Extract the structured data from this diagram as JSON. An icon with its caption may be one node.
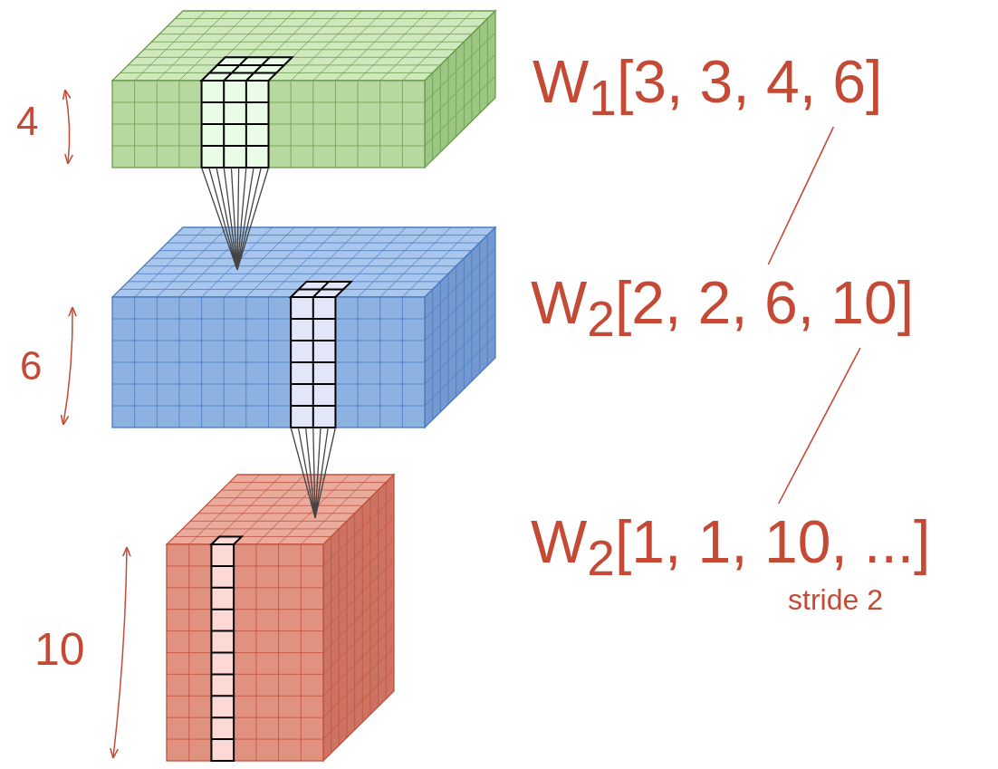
{
  "diagram": {
    "nodes": [
      {
        "text": [],
        "shape": "box"
      },
      {
        "text": [],
        "shape": "box"
      },
      {
        "text": [],
        "shape": "box"
      },
      {
        "text": [
          "W$_{1}$[3, 3, 4, 6]"
        ]
      },
      {
        "text": [
          "W$_{2}$[2, 2, 6, 10]"
        ]
      },
      {
        "text": [
          "W$_{2}$[1, 1, 10, ...]"
        ],
        "beside": [
          "stride 2"
        ]
      }
    ],
    "edges": [
      {
        "from": 0,
        "to": 1,
        "arrow": "none"
      },
      {
        "from": 1,
        "to": 2,
        "arrow": "none"
      },
      {
        "from": 3,
        "to": 4,
        "arrow": "none",
        "color": "#c44a36"
      },
      {
        "from": 4,
        "to": 5,
        "arrow": "none",
        "color": "#c44a36"
      }
    ],
    "labels": [
      "4",
      "6",
      "10"
    ]
  }
}
